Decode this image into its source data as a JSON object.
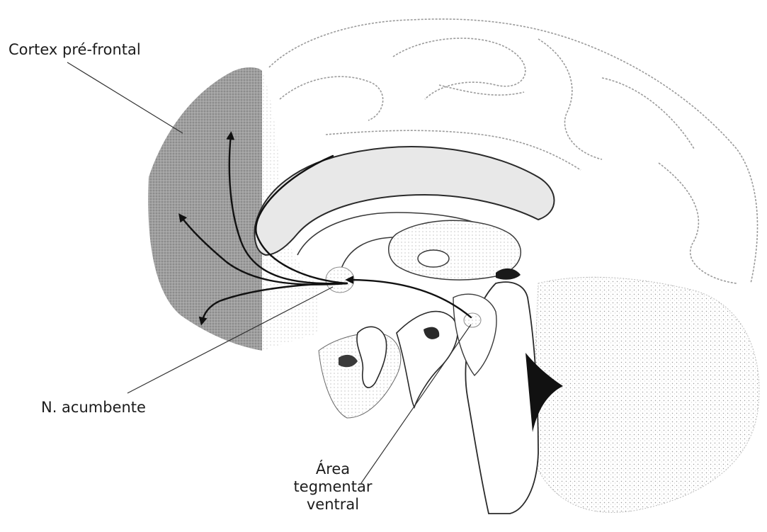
{
  "labels": {
    "prefrontal_cortex": "Cortex pré-frontal",
    "nucleus_accumbens": "N. acumbente",
    "vta": [
      "Área",
      "tegmentar",
      "ventral"
    ]
  },
  "colors": {
    "cortex_fill": "#8c8c8c",
    "outline": "#3a3a3a",
    "pathway": "#111111",
    "stipple": "#b5b5b5"
  }
}
